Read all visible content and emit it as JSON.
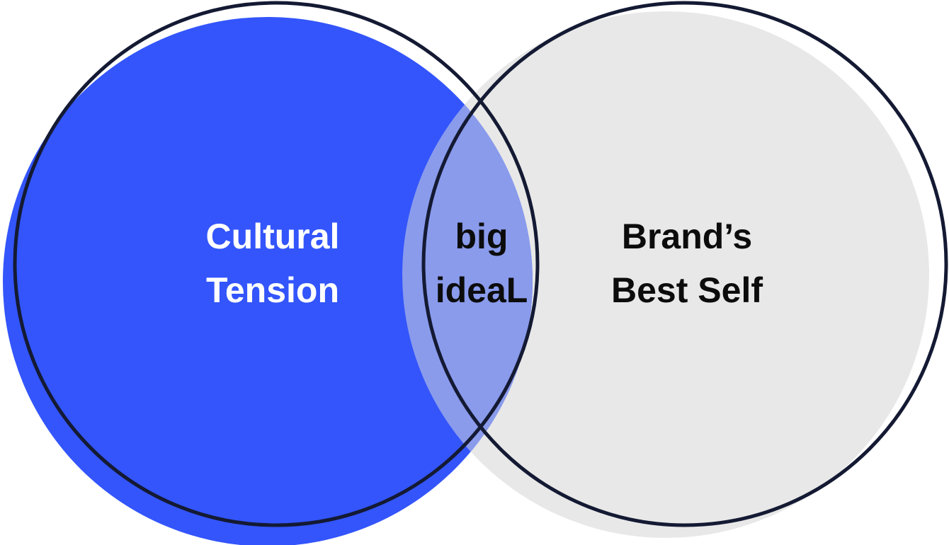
{
  "colors": {
    "left_fill": "#3355fb",
    "right_fill": "#e8e8e8",
    "overlap_fill": "#8a9bec",
    "outline": "#141a33",
    "left_text": "#ffffff",
    "dark_text": "#0c0c0c"
  },
  "venn": {
    "left": {
      "line1": "Cultural",
      "line2": "Tension"
    },
    "overlap": {
      "line1": "big",
      "line2": "ideaL"
    },
    "right": {
      "line1": "Brand’s",
      "line2": "Best Self"
    }
  }
}
